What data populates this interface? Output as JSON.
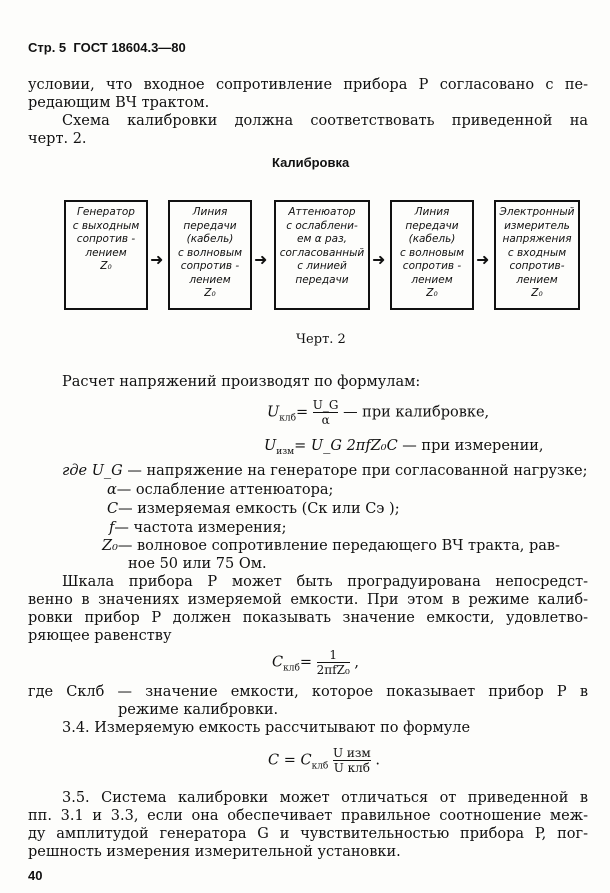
{
  "header": {
    "page_label": "Стр. 5",
    "standard": "ГОСТ 18604.3—80"
  },
  "intro": [
    "условии, что входное сопротивление прибора P согласовано с пе-",
    "редающим ВЧ трактом.",
    "Схема калибровки должна соответствовать приведенной на",
    "черт. 2."
  ],
  "figure": {
    "title": "Калибровка",
    "caption": "Черт. 2",
    "boxes": [
      [
        "Генератор",
        "с выходным",
        "сопротив -",
        "лением",
        "Z₀"
      ],
      [
        "Линия",
        "передачи",
        "(кабель)",
        "с волновым",
        "сопротив -",
        "лением",
        "Z₀"
      ],
      [
        "Аттенюатор",
        "с ослаблени-",
        "ем α раз,",
        "согласованный",
        "с линией",
        "передачи"
      ],
      [
        "Линия",
        "передачи",
        "(кабель)",
        "с волновым",
        "сопротив -",
        "лением",
        "Z₀"
      ],
      [
        "Электронный",
        "измеритель",
        "напряжения",
        "с входным",
        "сопротив-",
        "лением",
        "Z₀"
      ]
    ],
    "arrow": "➜"
  },
  "calc_intro": "Расчет напряжений производят по формулам:",
  "formula1": {
    "lhs": "U",
    "lhs_sub": "клб",
    "num": "U_G",
    "den": "α",
    "text": "— при калибровке,"
  },
  "formula2": {
    "lhs": "U",
    "lhs_sub": "изм",
    "rhs": "= U_G 2πfZ₀C",
    "text": "— при измерении,"
  },
  "where": [
    {
      "sym": "где  U_G",
      "desc": "— напряжение на генераторе при согласованной нагрузке;"
    },
    {
      "sym": "α",
      "desc": "— ослабление аттенюатора;"
    },
    {
      "sym": "C",
      "desc": "— измеряемая емкость (Cк или Cэ );"
    },
    {
      "sym": "f",
      "desc": "— частота измерения;"
    },
    {
      "sym": "Z₀",
      "desc": "— волновое сопротивление передающего ВЧ тракта, рав-"
    }
  ],
  "where_cont": "ное 50 или 75 Ом.",
  "scale": [
    "Шкала прибора P может быть проградуирована непосредст-",
    "венно в значениях измеряемой емкости. При этом в режиме калиб-",
    "ровки прибор P должен показывать значение емкости, удовлетво-",
    "ряющее равенству"
  ],
  "formula3": {
    "lhs": "C",
    "lhs_sub": "клб",
    "num": "1",
    "den": "2πfZ₀",
    "tail": ","
  },
  "where2": [
    "где Cклб — значение емкости, которое показывает прибор P в",
    "режиме калибровки."
  ],
  "s34": "3.4. Измеряемую емкость рассчитывают по формуле",
  "formula4": {
    "lhs": "C = C",
    "lhs_sub": "клб",
    "num": "U изм",
    "den": "U клб",
    "tail": "."
  },
  "s35": [
    "3.5. Система калибровки может отличаться от приведенной в",
    "пп. 3.1 и 3.3, если она обеспечивает правильное соотношение меж-",
    "ду амплитудой генератора G и чувствительностью прибора P, пог-",
    "решность измерения измерительной установки."
  ],
  "page_number": "40"
}
